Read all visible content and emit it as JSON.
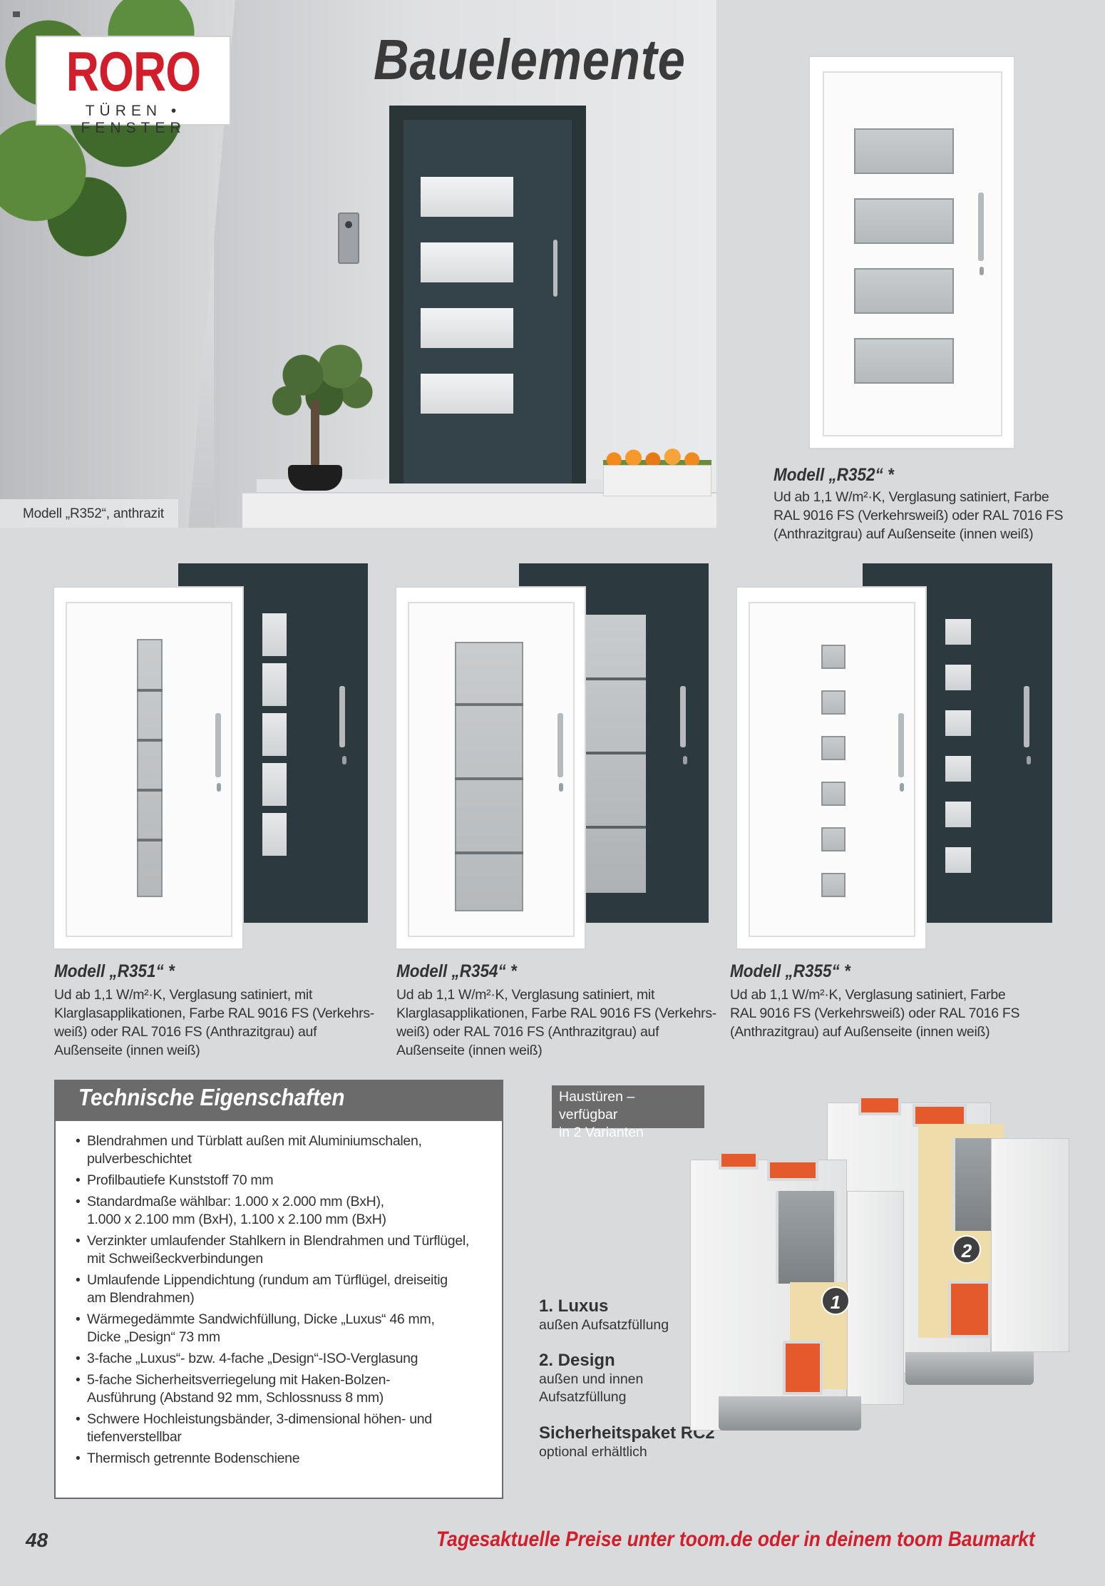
{
  "logo": {
    "brand": "RORO",
    "sub": "TÜREN • FENSTER"
  },
  "page_title": "Bauelemente",
  "hero": {
    "caption": "Modell „R352“, anthrazit"
  },
  "models": [
    {
      "id": "r352",
      "title": "Modell „R352“ *",
      "desc": "Ud ab 1,1 W/m²·K, Verglasung satiniert, Farbe\nRAL 9016 FS (Verkehrsweiß) oder RAL 7016 FS\n(Anthrazitgrau) auf Außenseite (innen weiß)"
    },
    {
      "id": "r351",
      "title": "Modell „R351“ *",
      "desc": "Ud ab 1,1 W/m²·K, Verglasung satiniert, mit\nKlarglasapplikationen, Farbe RAL 9016 FS (Verkehrs-\nweiß) oder RAL 7016 FS (Anthrazitgrau) auf\nAußenseite (innen weiß)"
    },
    {
      "id": "r354",
      "title": "Modell „R354“ *",
      "desc": "Ud ab 1,1 W/m²·K, Verglasung satiniert, mit\nKlarglasapplikationen, Farbe RAL 9016 FS (Verkehrs-\nweiß) oder RAL 7016 FS (Anthrazitgrau) auf\nAußenseite (innen weiß)"
    },
    {
      "id": "r355",
      "title": "Modell „R355“ *",
      "desc": "Ud ab 1,1 W/m²·K, Verglasung satiniert, Farbe\nRAL 9016 FS (Verkehrsweiß) oder RAL 7016 FS\n(Anthrazitgrau) auf Außenseite (innen weiß)"
    }
  ],
  "tech": {
    "title": "Technische Eigenschaften",
    "items": [
      "Blendrahmen und Türblatt außen mit Aluminiumschalen,\npulverbeschichtet",
      "Profilbautiefe Kunststoff 70 mm",
      "Standardmaße wählbar: 1.000 x 2.000 mm (BxH),\n1.000 x 2.100 mm (BxH), 1.100 x 2.100 mm (BxH)",
      "Verzinkter umlaufender Stahlkern in Blendrahmen und Türflügel,\nmit Schweißeckverbindungen",
      "Umlaufende Lippendichtung (rundum am Türflügel, dreiseitig\nam Blendrahmen)",
      "Wärmegedämmte Sandwichfüllung, Dicke „Luxus“ 46 mm,\nDicke „Design“ 73 mm",
      "3-fache „Luxus“- bzw. 4-fache „Design“-ISO-Verglasung",
      "5-fache Sicherheitsverriegelung mit Haken-Bolzen-\nAusführung (Abstand 92 mm, Schlossnuss 8 mm)",
      "Schwere Hochleistungsbänder, 3-dimensional höhen- und\ntiefenverstellbar",
      "Thermisch getrennte Bodenschiene"
    ]
  },
  "variants": {
    "box": "Haustüren – verfügbar\nin 2 Varianten",
    "luxus_label": "1. Luxus",
    "luxus_sub": "außen Aufsatzfüllung",
    "design_label": "2. Design",
    "design_sub": "außen und innen\nAufsatzfüllung",
    "rc2_label": "Sicherheitspaket RC2",
    "rc2_sub": "optional erhältlich",
    "num1": "1",
    "num2": "2"
  },
  "footer": {
    "page_number": "48",
    "note": "Tagesaktuelle Preise unter toom.de oder in deinem toom Baumarkt"
  },
  "colors": {
    "brand_red": "#d21e2b",
    "anthracite": "#2c3a3f",
    "panel_gray": "#6b6b6b"
  }
}
